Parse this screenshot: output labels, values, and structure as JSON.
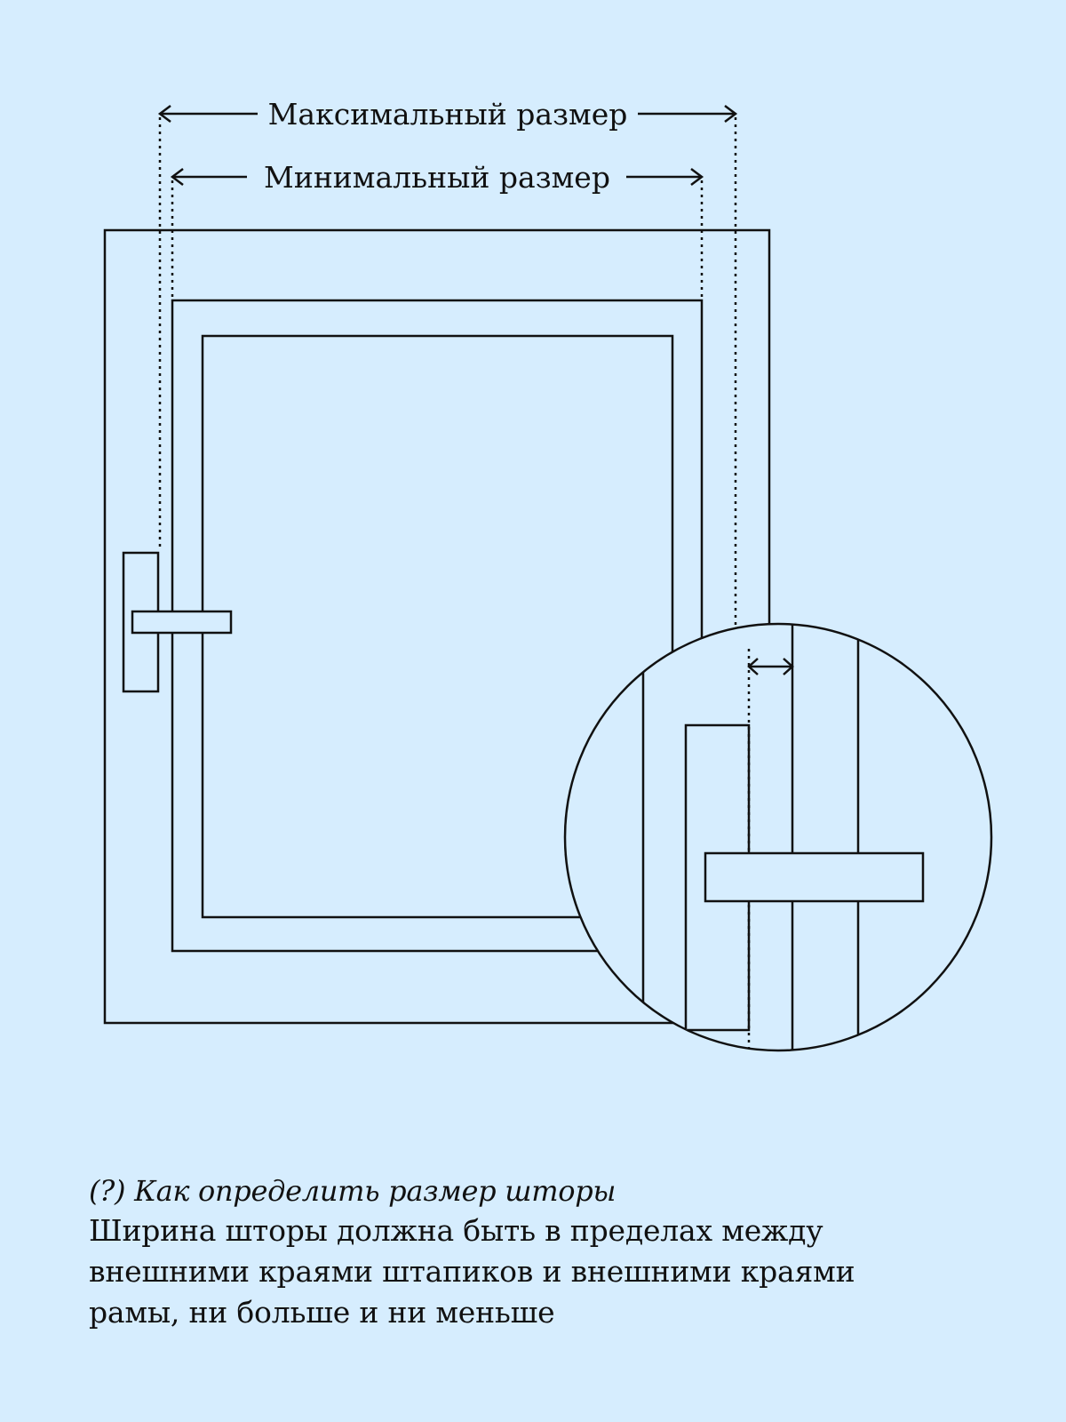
{
  "labels": {
    "max_size": "Максимальный размер",
    "min_size": "Минимальный размер"
  },
  "caption": {
    "title": "(?) Как определить размер шторы",
    "body": "Ширина шторы должна быть в пределах между внешними краями штапиков и внешними краями рамы, ни больше и ни меньше"
  },
  "colors": {
    "background": "#d6edfe",
    "line": "#111111"
  }
}
